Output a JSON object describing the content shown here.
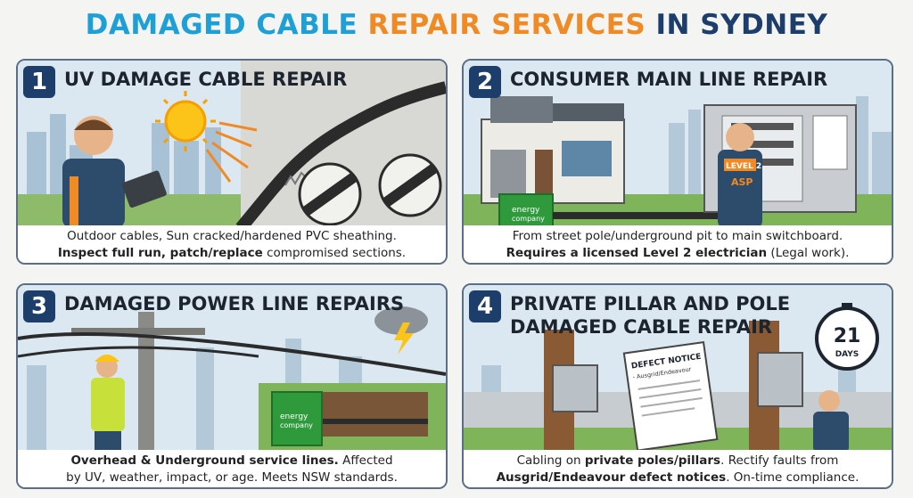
{
  "header": {
    "title_part1": "DAMAGED CABLE ",
    "title_part2": "REPAIR SERVICES",
    "title_part3": " IN SYDNEY"
  },
  "colors": {
    "title_blue": "#1e9fd6",
    "title_orange": "#f08a24",
    "navy": "#1d3d6b",
    "bin_green": "#2f9a3c"
  },
  "panels": [
    {
      "number": "1",
      "title": "UV DAMAGE CABLE REPAIR",
      "caption_line1": "Outdoor cables, Sun cracked/hardened PVC sheathing.",
      "caption_line2_bold": "Inspect full run, patch/replace",
      "caption_line2_rest": " compromised sections."
    },
    {
      "number": "2",
      "title": "CONSUMER MAIN LINE REPAIR",
      "badge_text": "LEVEL 2",
      "badge_sub": "ASP",
      "bin_label": "energy",
      "bin_sub": "company",
      "caption_line1": "From street pole/underground pit to main switchboard.",
      "caption_line2_bold": "Requires a licensed Level 2 electrician",
      "caption_line2_rest": " (Legal work)."
    },
    {
      "number": "3",
      "title": "DAMAGED POWER LINE REPAIRS",
      "bin_label": "energy",
      "bin_sub": "company",
      "caption_line1_bold": "Overhead & Underground service lines.",
      "caption_line1_rest": " Affected",
      "caption_line2": "by UV, weather, impact, or age. Meets NSW standards."
    },
    {
      "number": "4",
      "title_line1": "PRIVATE PILLAR AND POLE",
      "title_line2": "DAMAGED CABLE REPAIR",
      "notice_title": "DEFECT NOTICE",
      "notice_sub": "- Ausgrid/Endeavour",
      "timer_value": "21",
      "timer_unit": "DAYS",
      "caption_line1_pre": "Cabling on ",
      "caption_line1_bold": "private poles/pillars",
      "caption_line1_rest": ". Rectify faults from",
      "caption_line2_bold": "Ausgrid/Endeavour defect notices",
      "caption_line2_rest": ". On-time compliance."
    }
  ]
}
